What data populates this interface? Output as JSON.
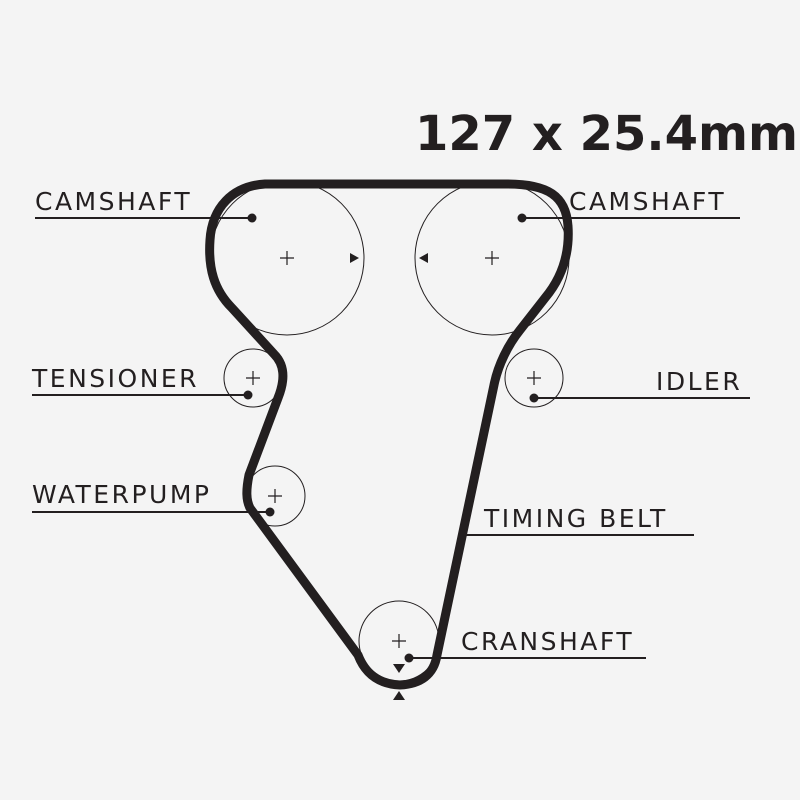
{
  "title": "127 x 25.4mm",
  "labels": {
    "camshaft_left": "CAMSHAFT",
    "camshaft_right": "CAMSHAFT",
    "tensioner": "TENSIONER",
    "idler": "IDLER",
    "waterpump": "WATERPUMP",
    "timing_belt": "TIMING BELT",
    "crankshaft": "CRANSHAFT"
  },
  "colors": {
    "background": "#f4f4f4",
    "ink": "#231f20"
  }
}
